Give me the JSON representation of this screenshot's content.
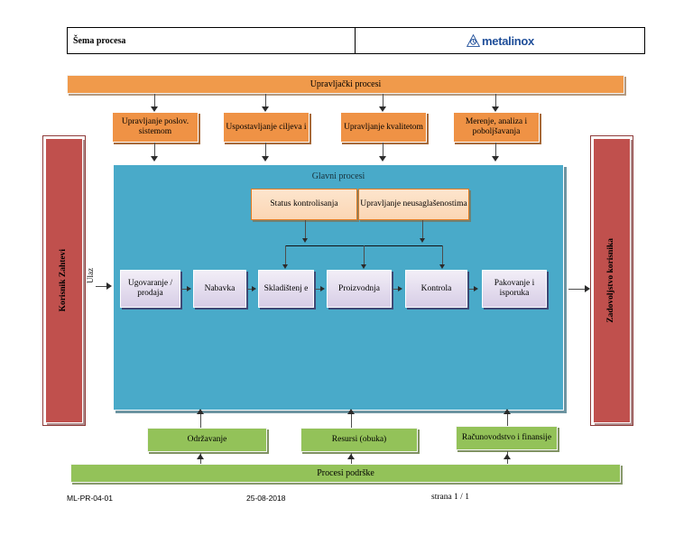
{
  "header": {
    "title": "Šema procesa",
    "logo": {
      "name": "metalinox-logo",
      "text": "metalinox",
      "color": "#1f4e99"
    }
  },
  "management": {
    "bar_label": "Upravljački procesi",
    "boxes": [
      {
        "label": "Upravljanje poslov. sistemom"
      },
      {
        "label": "Uspostavljanje ciljeva i"
      },
      {
        "label": "Upravljanje kvalitetom"
      },
      {
        "label": "Merenje, analiza i poboljšavanja"
      }
    ]
  },
  "main": {
    "title": "Glavni procesi",
    "support_boxes": [
      {
        "label": "Status kontrolisanja"
      },
      {
        "label": "Upravljanje neusaglašenostima"
      }
    ],
    "chain": [
      {
        "label": "Ugovaranje / prodaja"
      },
      {
        "label": "Nabavka"
      },
      {
        "label": "Skladištenj e"
      },
      {
        "label": "Proizvodnja"
      },
      {
        "label": "Kontrola"
      },
      {
        "label": "Pakovanje i isporuka"
      }
    ]
  },
  "left_panel": {
    "label": "Korisnik Zahtevi",
    "input_label": "Ulaz"
  },
  "right_panel": {
    "label": "Zadovoljstvo korisnika"
  },
  "support": {
    "bar_label": "Procesi podrške",
    "boxes": [
      {
        "label": "Održavanje"
      },
      {
        "label": "Resursi (obuka)"
      },
      {
        "label": "Računovodstvo i finansije"
      }
    ]
  },
  "footer": {
    "doc_code": "ML-PR-04-01",
    "date": "25-08-2018",
    "page": "strana 1 / 1"
  },
  "colors": {
    "orange": "#ef9245",
    "teal": "#49aac9",
    "green": "#93c259",
    "red": "#c0504d",
    "peach": "#fbd6b4",
    "lavender": "#d7cde6"
  }
}
